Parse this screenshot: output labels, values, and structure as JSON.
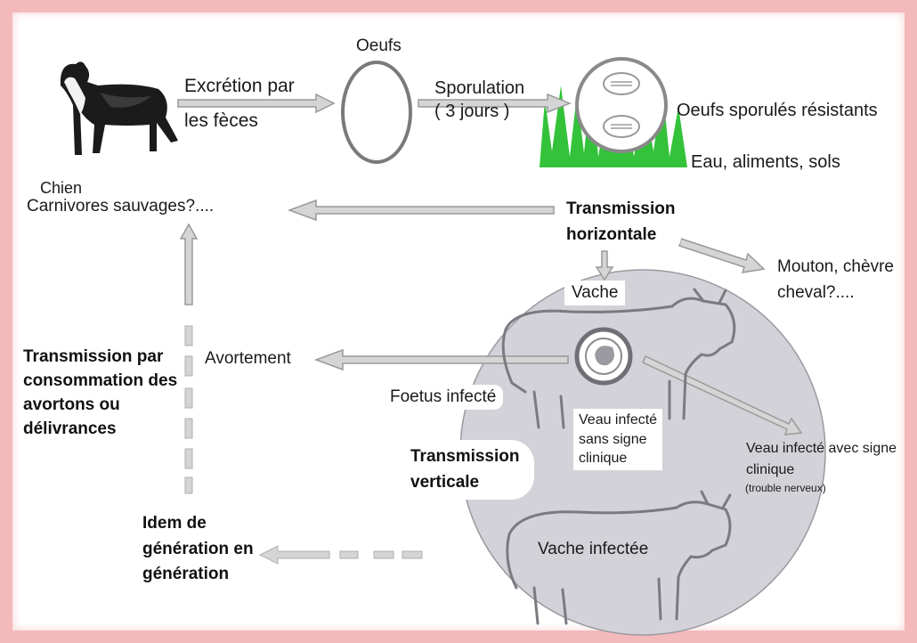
{
  "colors": {
    "frame": "#f3b9bb",
    "arrow_fill": "#d5d5d5",
    "arrow_stroke": "#9a9a9a",
    "circle": "#d2d2d8",
    "grass": "#33c23a",
    "text": "#1a1a1a"
  },
  "icons": {
    "dog": "dog-icon",
    "egg": "egg-icon",
    "sporulated_egg": "sporulated-egg-icon",
    "grass": "grass-icon",
    "cow": "cow-icon",
    "fetus": "fetus-icon"
  },
  "labels": {
    "oeufs": "Oeufs",
    "excretion": "Excrétion par\nles fèces",
    "sporulation": "Sporulation\n( 3 jours )",
    "oeufs_sporules": "Oeufs sporulés résistants",
    "eau": "Eau, aliments, sols",
    "chien": "Chien",
    "carnivores": "Carnivores sauvages?....",
    "transmission_horizontale": "Transmission\nhorizontale",
    "mouton": "Mouton, chèvre\ncheval?....",
    "vache": "Vache",
    "avortement": "Avortement",
    "transmission_consommation": "Transmission par\nconsommation des\navortons ou\ndélivrances",
    "foetus": "Foetus infecté",
    "veau_sans_signe": "Veau infecté\nsans signe\nclinique",
    "veau_avec_signe": "Veau infecté avec signe\nclinique",
    "trouble": "(trouble nerveux)",
    "transmission_verticale": "Transmission\nverticale",
    "idem": "Idem de\ngénération en\ngénération",
    "vache_infectee": "Vache infectée"
  }
}
